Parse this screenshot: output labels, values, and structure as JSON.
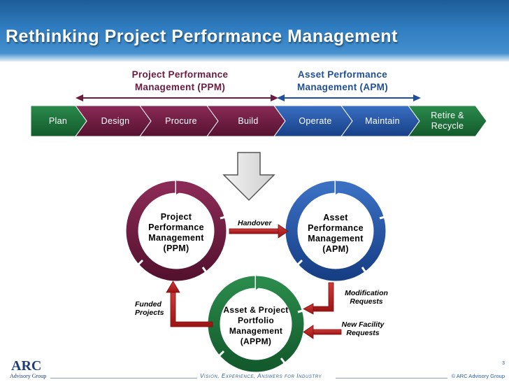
{
  "slide": {
    "title": "Rethinking Project Performance Management",
    "page_number": "3",
    "copyright": "© ARC Advisory Group",
    "slogan": "Vision, Experience, Answers for Industry",
    "logo_main": "ARC",
    "logo_sub": "Advisory Group"
  },
  "phases": {
    "ppm_label": "Project Performance Management (PPM)",
    "apm_label": "Asset Performance Management (APM)"
  },
  "stages": [
    {
      "label": "Plan"
    },
    {
      "label": "Design"
    },
    {
      "label": "Procure"
    },
    {
      "label": "Build"
    },
    {
      "label": "Operate"
    },
    {
      "label": "Maintain"
    },
    {
      "label": "Retire & Recycle"
    }
  ],
  "cycles": {
    "ppm": "Project Performance Management (PPM)",
    "apm": "Asset Performance Management (APM)",
    "appm": "Asset & Project Portfolio Management (APPM)"
  },
  "flows": {
    "handover": "Handover",
    "modification": "Modification Requests",
    "new_facility": "New Facility Requests",
    "funded": "Funded Projects"
  },
  "colors": {
    "header_blue": "#2f7cc0",
    "ppm_maroon": "#6b1a40",
    "apm_blue": "#1f4f99",
    "green": "#1d6a3a",
    "red_arrow": "#b01b1b"
  }
}
